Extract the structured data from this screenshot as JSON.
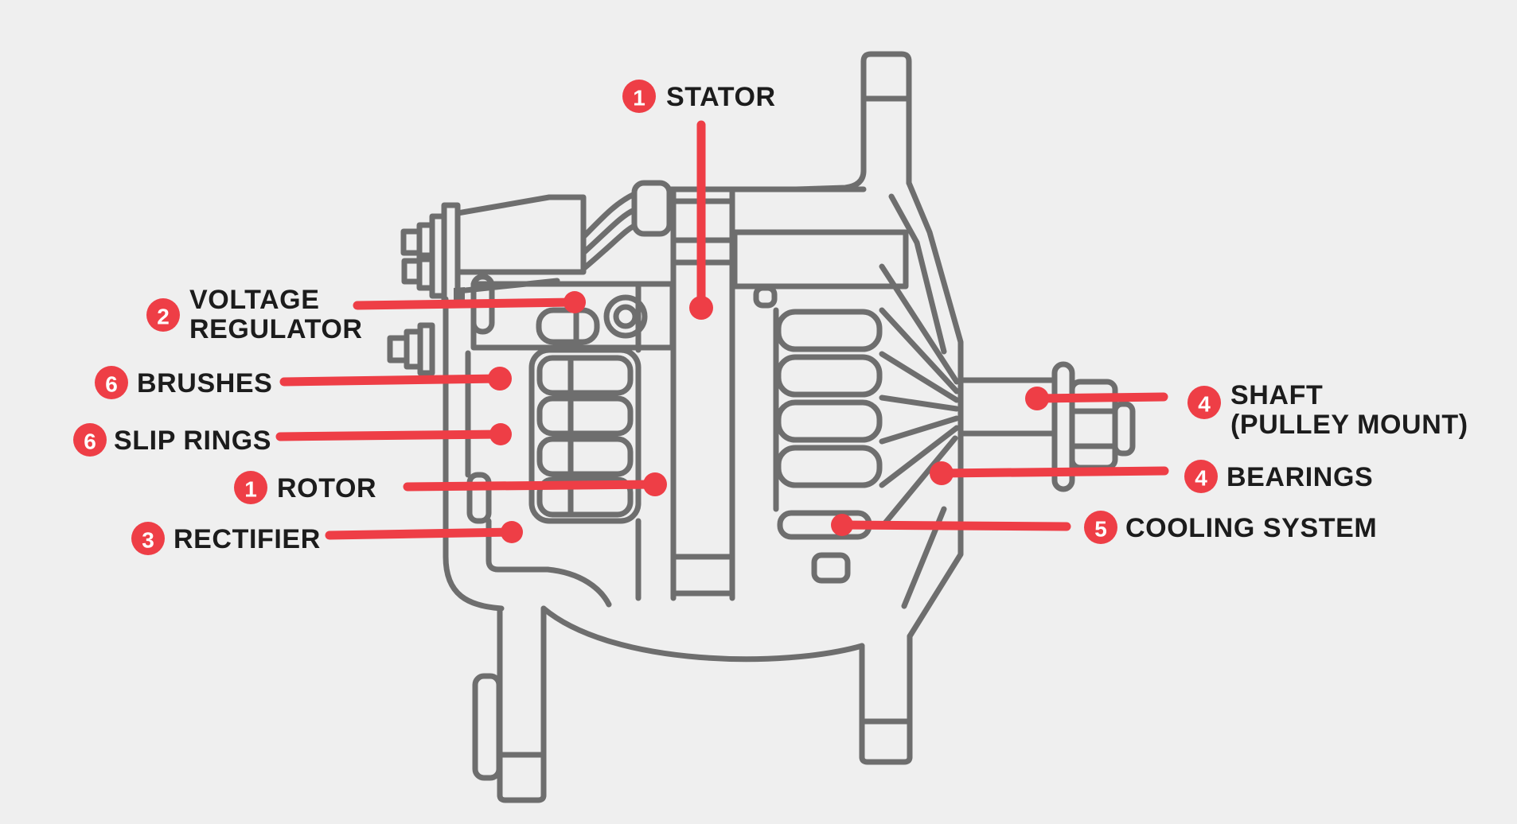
{
  "colors": {
    "background": "#efefef",
    "line_art": "#6e6e6e",
    "accent_red": "#ee3e46",
    "label_text": "#1c1c1c",
    "badge_number": "#ffffff"
  },
  "labels": {
    "stator": {
      "number": "1",
      "text": "STATOR"
    },
    "voltage_regulator": {
      "number": "2",
      "line1": "VOLTAGE",
      "line2": "REGULATOR"
    },
    "brushes": {
      "number": "6",
      "text": "BRUSHES"
    },
    "slip_rings": {
      "number": "6",
      "text": "SLIP RINGS"
    },
    "rotor": {
      "number": "1",
      "text": "ROTOR"
    },
    "rectifier": {
      "number": "3",
      "text": "RECTIFIER"
    },
    "shaft": {
      "number": "4",
      "line1": "SHAFT",
      "line2": "(PULLEY MOUNT)"
    },
    "bearings": {
      "number": "4",
      "text": "BEARINGS"
    },
    "cooling_system": {
      "number": "5",
      "text": "COOLING SYSTEM"
    }
  }
}
